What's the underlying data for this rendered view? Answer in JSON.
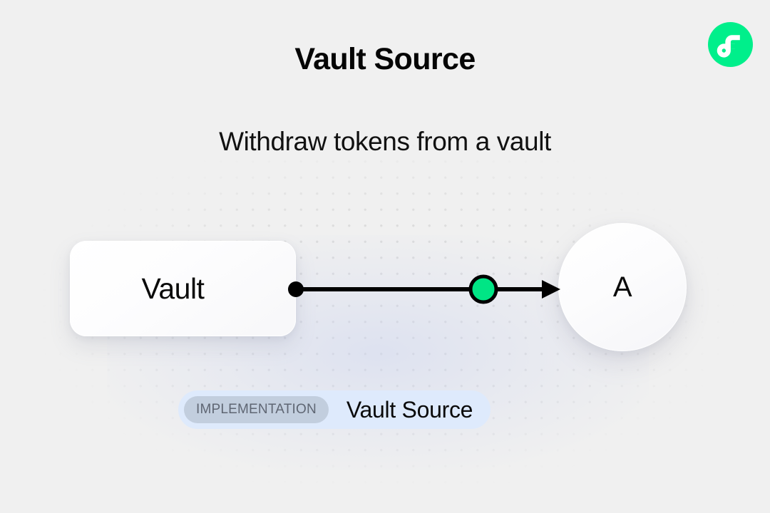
{
  "header": {
    "title": "Vault Source",
    "subtitle": "Withdraw tokens from a vault"
  },
  "brand": {
    "logo_icon": "flow-logo-icon",
    "logo_bg_color": "#00EF8B",
    "logo_mark_color": "#FFFFFF"
  },
  "diagram": {
    "source_node": {
      "label": "Vault",
      "shape": "rounded-rectangle"
    },
    "target_node": {
      "label": "A",
      "shape": "circle"
    },
    "edge": {
      "start_handle_icon": "connector-dot-icon",
      "start_handle_color": "#000000",
      "midpoint_handle_icon": "connector-node-icon",
      "midpoint_handle_color": "#00E585",
      "midpoint_handle_stroke": "#000000",
      "arrow_icon": "arrowhead-right-icon",
      "line_color": "#000000"
    }
  },
  "footer_badge": {
    "chip_label": "IMPLEMENTATION",
    "name": "Vault Source",
    "badge_bg_color": "#DEEAFC",
    "chip_bg_color": "#C2CEDE",
    "chip_text_color": "#5F6673"
  },
  "canvas": {
    "background_color": "#F0F0F0",
    "dot_color": "#D9D9D9"
  }
}
